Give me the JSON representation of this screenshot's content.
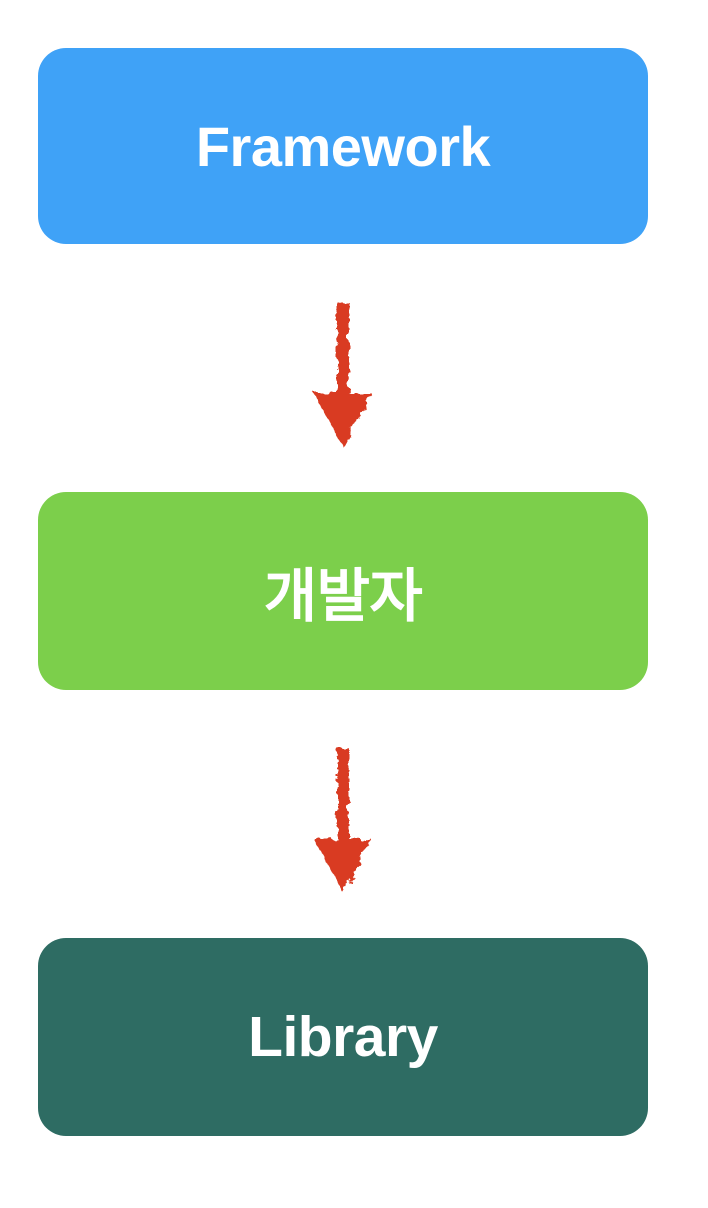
{
  "diagram": {
    "background": "#FFFFFF",
    "nodes": [
      {
        "id": "framework",
        "label": "Framework",
        "fill": "#3FA2F7",
        "text_color": "#FFFFFF",
        "shape": "rounded-rectangle"
      },
      {
        "id": "developer",
        "label": "개발자",
        "fill": "#7CCF4B",
        "text_color": "#FFFFFF",
        "shape": "rounded-rectangle"
      },
      {
        "id": "library",
        "label": "Library",
        "fill": "#2E6C63",
        "text_color": "#FFFFFF",
        "shape": "rounded-rectangle"
      }
    ],
    "edges": [
      {
        "from": "framework",
        "to": "developer",
        "direction": "down",
        "style": "crayon",
        "color": "#D93A20"
      },
      {
        "from": "developer",
        "to": "library",
        "direction": "down",
        "style": "crayon",
        "color": "#D93A20"
      }
    ]
  }
}
